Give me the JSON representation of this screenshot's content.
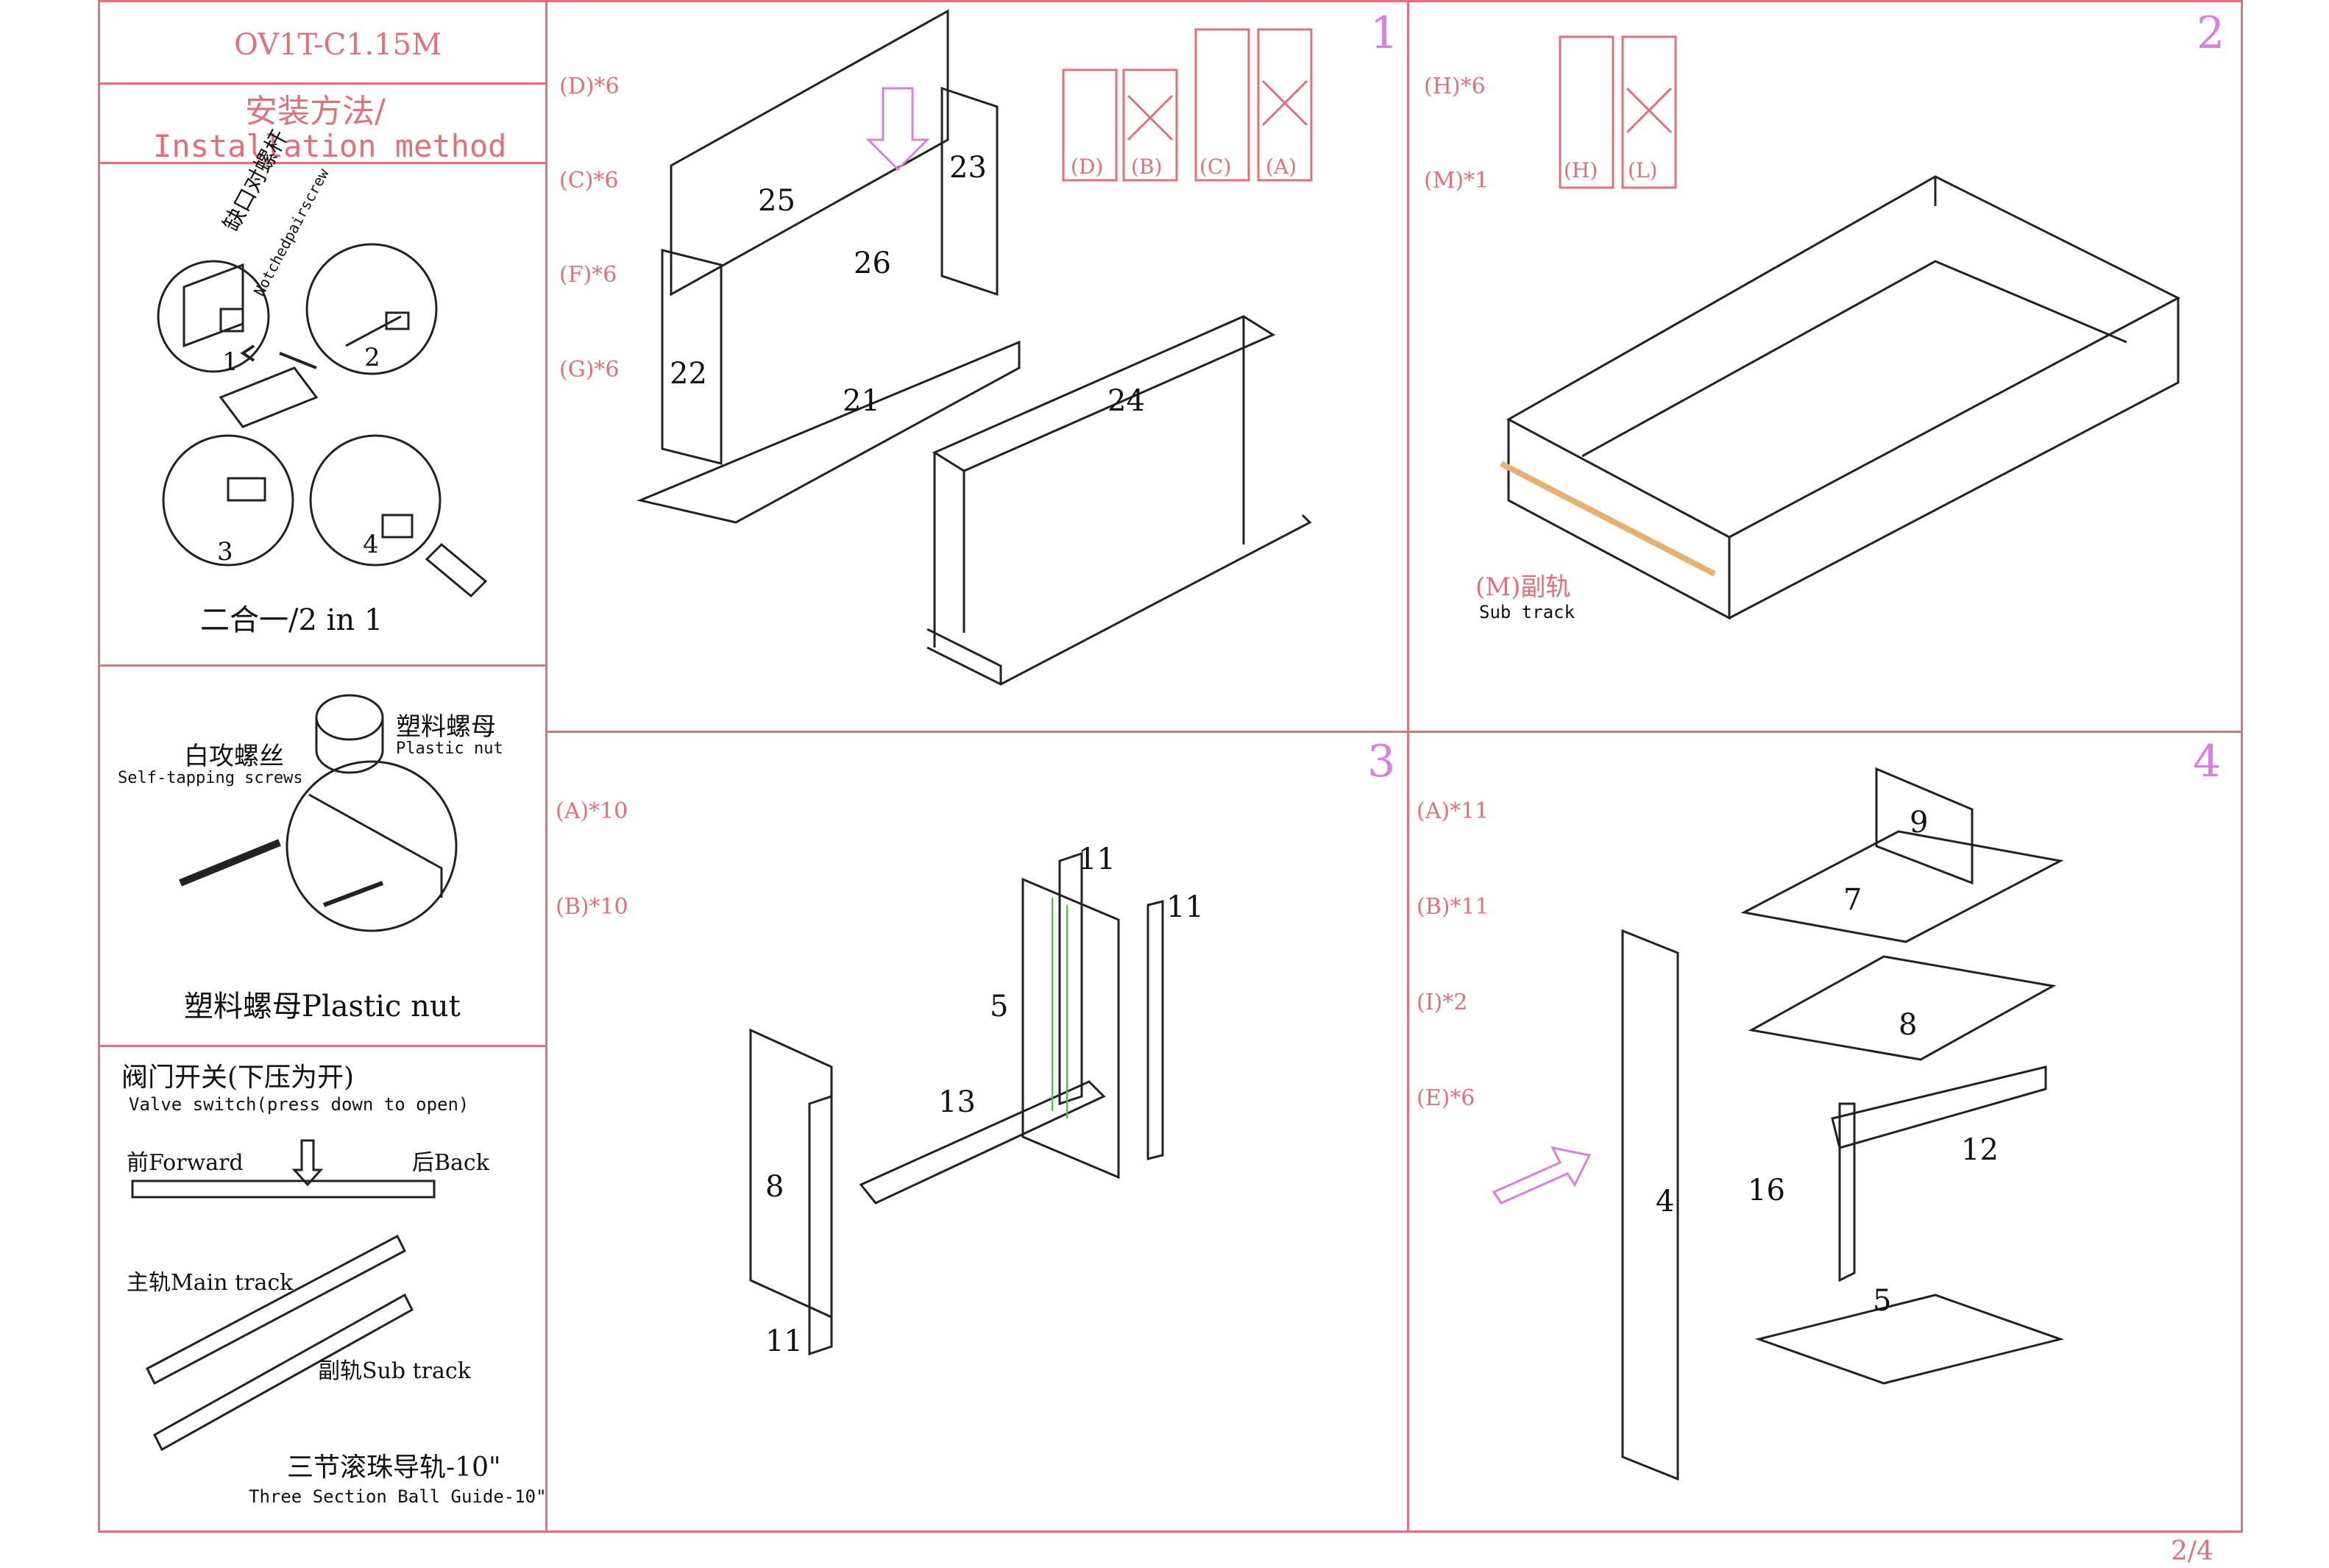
{
  "model_code": "OV1T-C1.15M",
  "method": {
    "zh": "安装方法/",
    "en": "Installation method"
  },
  "panel_2in1": {
    "notch_zh": "缺口对螺杆",
    "notch_en": "Notchedpairscrew",
    "steps": [
      "1",
      "2",
      "3",
      "4"
    ],
    "caption": "二合一/2 in 1"
  },
  "panel_nut": {
    "screw_zh": "白攻螺丝",
    "screw_en": "Self-tapping screws",
    "nut_zh": "塑料螺母",
    "nut_en": "Plastic nut",
    "caption": "塑料螺母Plastic nut"
  },
  "panel_valve": {
    "title_zh": "阀门开关(下压为开)",
    "title_en": "Valve switch(press down to open)",
    "forward": "前Forward",
    "back": "后Back",
    "main_track": "主轨Main track",
    "sub_track": "副轨Sub track",
    "guide_zh": "三节滚珠导轨-10\"",
    "guide_en": "Three Section Ball Guide-10\""
  },
  "step1": {
    "number": "1",
    "parts_needed": [
      "(D)*6",
      "(C)*6",
      "(F)*6",
      "(G)*6"
    ],
    "allowed": [
      "(D)",
      "(B)",
      "(C)",
      "(A)"
    ],
    "panels": [
      "25",
      "26",
      "23",
      "22",
      "21",
      "24"
    ]
  },
  "step2": {
    "number": "2",
    "parts_needed": [
      "(H)*6",
      "(M)*1"
    ],
    "allowed": [
      "(H)",
      "(L)"
    ],
    "sub_track_zh": "(M)副轨",
    "sub_track_en": "Sub track"
  },
  "step3": {
    "number": "3",
    "parts_needed": [
      "(A)*10",
      "(B)*10"
    ],
    "panels": [
      "11",
      "11",
      "5",
      "13",
      "8",
      "11"
    ]
  },
  "step4": {
    "number": "4",
    "parts_needed": [
      "(A)*11",
      "(B)*11",
      "(I)*2",
      "(E)*6"
    ],
    "panels": [
      "9",
      "7",
      "8",
      "4",
      "16",
      "12",
      "5"
    ]
  },
  "page_number": "2/4",
  "colors": {
    "frame": "#e0707a",
    "step_number": "#d97fe0",
    "drawing": "#222222",
    "hardware": "#e8b070",
    "guide": "#33cc33"
  }
}
